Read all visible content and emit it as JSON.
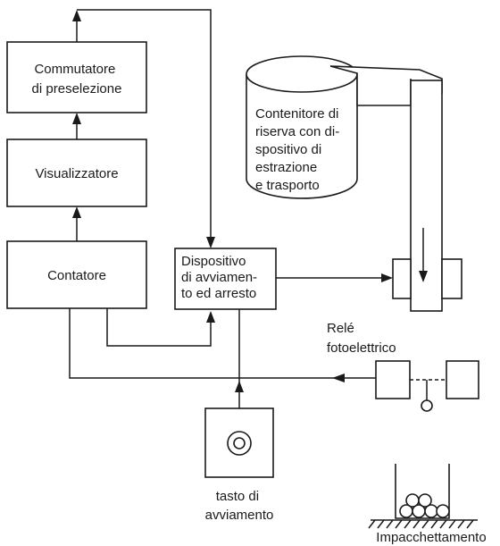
{
  "blocks": {
    "commutatore": [
      "Commutatore",
      "di preselezione"
    ],
    "visualizzatore": [
      "Visualizzatore"
    ],
    "contatore": [
      "Contatore"
    ],
    "dispositivo": [
      "Dispositivo",
      "di avviamen-",
      "to ed arresto"
    ],
    "contenitore": [
      "Contenitore di",
      "riserva con di-",
      "spositivo di",
      "estrazione",
      "e trasporto"
    ]
  },
  "labels": {
    "rele": [
      "Relé",
      "fotoelettrico"
    ],
    "tasto": [
      "tasto di",
      "avviamento"
    ],
    "impacchettamento": "Impacchettamento"
  }
}
